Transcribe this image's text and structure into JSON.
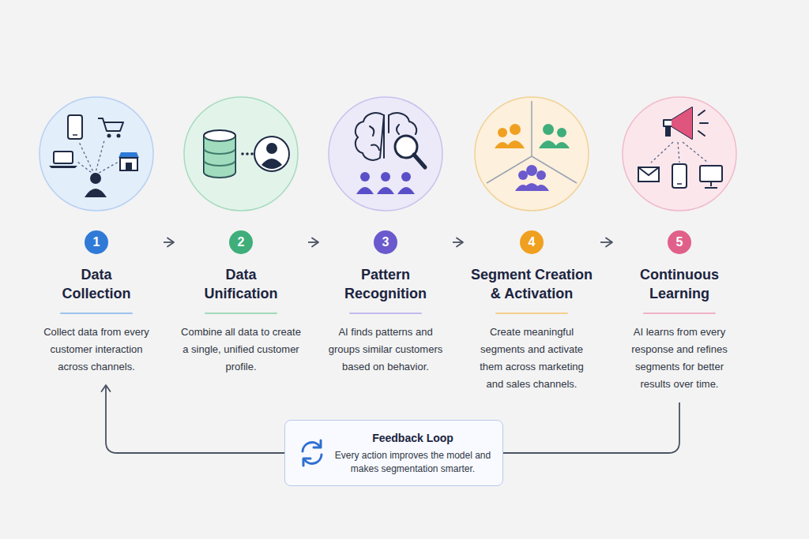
{
  "diagram": {
    "nodes": [
      {
        "text": [
          "1",
          "Data Collection",
          "Collect data from every customer interaction across channels."
        ]
      },
      {
        "text": [
          "2",
          "Data Unification",
          "Combine all data to create a single, unified customer profile."
        ]
      },
      {
        "text": [
          "3",
          "Pattern Recognition",
          "AI finds patterns and groups similar customers based on behavior."
        ]
      },
      {
        "text": [
          "4",
          "Segment Creation & Activation",
          "Create meaningful segments and activate them across marketing and sales channels."
        ]
      },
      {
        "text": [
          "5",
          "Continuous Learning",
          "AI learns from every response and refines segments for better results over time."
        ]
      },
      {
        "text": [
          "Feedback Loop",
          "Every action improves the model and makes segmentation smarter."
        ]
      }
    ],
    "edges": [
      {
        "from": 0,
        "to": 1,
        "arrow": "to"
      },
      {
        "from": 1,
        "to": 2,
        "arrow": "to"
      },
      {
        "from": 2,
        "to": 3,
        "arrow": "to"
      },
      {
        "from": 3,
        "to": 4,
        "arrow": "to"
      },
      {
        "from": 4,
        "to": 5,
        "arrow": "none"
      },
      {
        "from": 5,
        "to": 0,
        "arrow": "to"
      }
    ]
  }
}
